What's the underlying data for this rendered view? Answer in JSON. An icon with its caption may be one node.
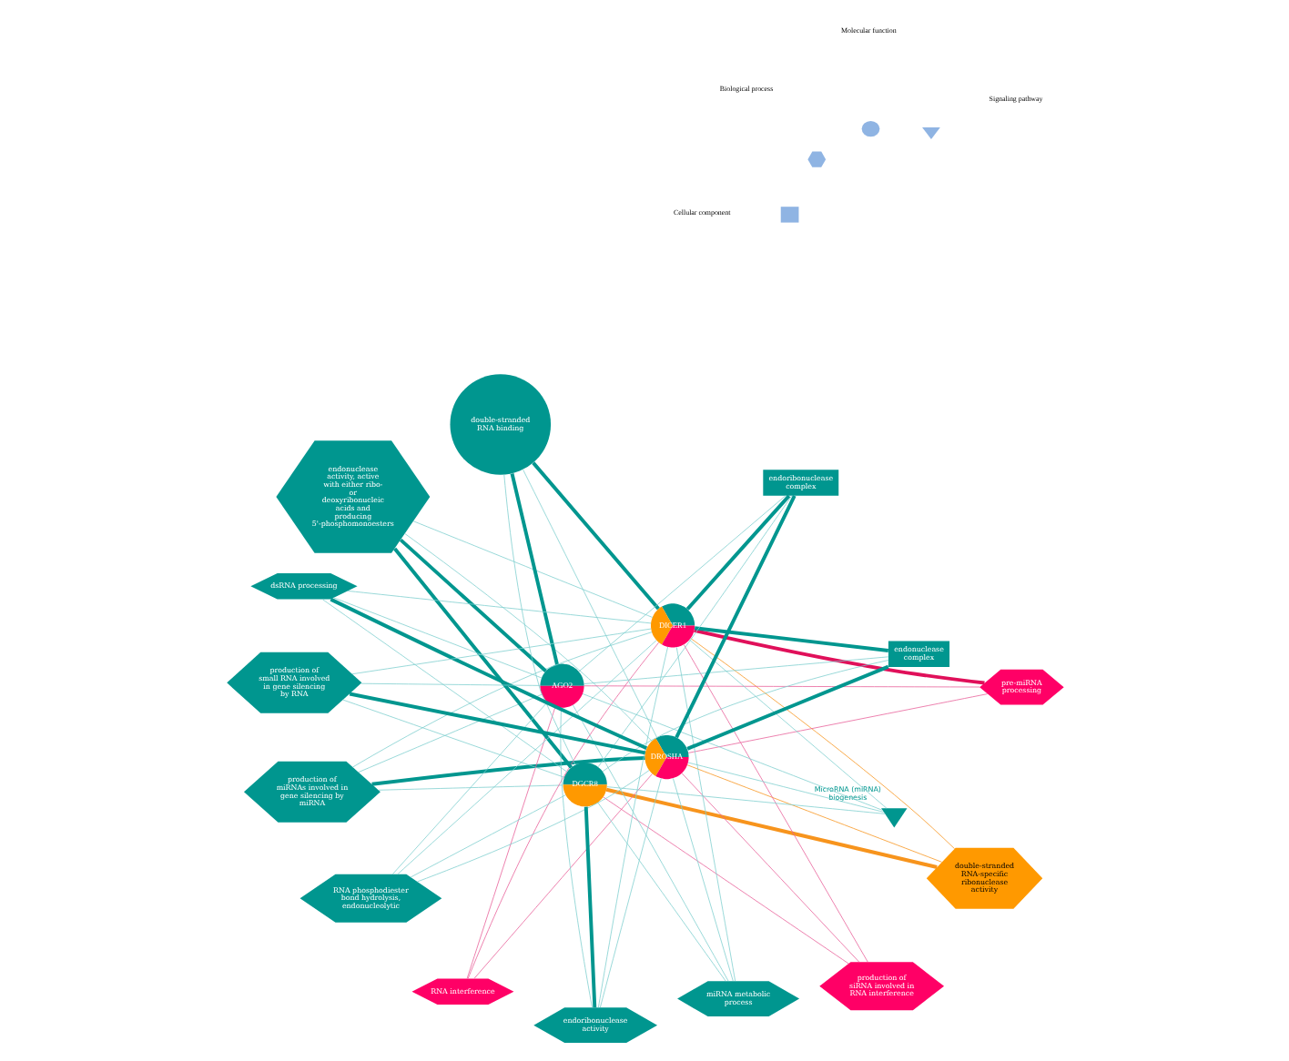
{
  "diagram": {
    "nodes": [
      {
        "text": [
          "production of miRNAs involved in gene silencing by miRNA"
        ]
      },
      {
        "text": [
          "double-stranded RNA-specific ribonuclease activity"
        ]
      },
      {
        "text": [
          "RNA interference"
        ]
      },
      {
        "text": [
          "endonuclease activity, active with either ribo- or deoxyribonucleic acids and producing 5'-phosphomonoesters"
        ]
      },
      {
        "text": [
          "pre-miRNA processing"
        ]
      },
      {
        "text": [
          "AGO2"
        ]
      },
      {
        "text": [
          "DGCR8"
        ]
      },
      {
        "text": [
          "production of siRNA involved in RNA interference"
        ]
      },
      {
        "text": [
          "RNA phosphodiester bond hydrolysis, endonucleolytic"
        ]
      },
      {
        "text": [
          "miRNA metabolic process"
        ]
      },
      {
        "text": [
          "DICER1"
        ]
      },
      {
        "text": [
          "DROSHA"
        ]
      },
      {
        "text": [
          "MicroRNA (miRNA) biogenesis"
        ]
      },
      {
        "text": [
          "endonuclease complex"
        ]
      },
      {
        "text": [
          "double-stranded RNA binding"
        ]
      },
      {
        "text": [
          "endoribonuclease activity"
        ]
      },
      {
        "text": [
          "endoribonuclease complex"
        ]
      },
      {
        "text": [
          "dsRNA processing"
        ]
      },
      {
        "text": [
          "production of small RNA involved in gene silencing by RNA"
        ]
      }
    ],
    "edges": [
      {
        "from": 0,
        "to": 5,
        "arrow": "none"
      },
      {
        "from": 0,
        "to": 6,
        "arrow": "none"
      },
      {
        "from": 0,
        "to": 10,
        "arrow": "none"
      },
      {
        "from": 0,
        "to": 11,
        "arrow": "none",
        "style": "thick",
        "color": "#00968f"
      },
      {
        "from": 1,
        "to": 6,
        "arrow": "none",
        "style": "thick",
        "color": "#f7941d"
      },
      {
        "from": 1,
        "to": 10,
        "arrow": "none",
        "color": "#f7941d"
      },
      {
        "from": 1,
        "to": 11,
        "arrow": "none",
        "color": "#f7941d"
      },
      {
        "from": 2,
        "to": 5,
        "arrow": "none",
        "color": "#e8609a"
      },
      {
        "from": 2,
        "to": 10,
        "arrow": "none",
        "color": "#e8609a"
      },
      {
        "from": 2,
        "to": 11,
        "arrow": "none",
        "color": "#e8609a"
      },
      {
        "from": 3,
        "to": 5,
        "arrow": "none",
        "style": "thick",
        "color": "#00968f"
      },
      {
        "from": 3,
        "to": 6,
        "arrow": "none",
        "style": "thick",
        "color": "#00968f"
      },
      {
        "from": 3,
        "to": 10,
        "arrow": "none"
      },
      {
        "from": 3,
        "to": 11,
        "arrow": "none"
      },
      {
        "from": 4,
        "to": 5,
        "arrow": "none",
        "color": "#e8609a"
      },
      {
        "from": 4,
        "to": 10,
        "arrow": "none",
        "style": "thick",
        "color": "#e0105a"
      },
      {
        "from": 4,
        "to": 11,
        "arrow": "none",
        "color": "#e8609a"
      },
      {
        "from": 7,
        "to": 6,
        "arrow": "none",
        "color": "#e8609a"
      },
      {
        "from": 7,
        "to": 10,
        "arrow": "none",
        "color": "#e8609a"
      },
      {
        "from": 7,
        "to": 11,
        "arrow": "none",
        "color": "#e8609a"
      },
      {
        "from": 8,
        "to": 5,
        "arrow": "none"
      },
      {
        "from": 8,
        "to": 6,
        "arrow": "none"
      },
      {
        "from": 8,
        "to": 10,
        "arrow": "none"
      },
      {
        "from": 8,
        "to": 11,
        "arrow": "none"
      },
      {
        "from": 9,
        "to": 5,
        "arrow": "none"
      },
      {
        "from": 9,
        "to": 6,
        "arrow": "none"
      },
      {
        "from": 9,
        "to": 10,
        "arrow": "none"
      },
      {
        "from": 9,
        "to": 11,
        "arrow": "none"
      },
      {
        "from": 12,
        "to": 5,
        "arrow": "none"
      },
      {
        "from": 12,
        "to": 6,
        "arrow": "none"
      },
      {
        "from": 12,
        "to": 10,
        "arrow": "none"
      },
      {
        "from": 12,
        "to": 11,
        "arrow": "none"
      },
      {
        "from": 13,
        "to": 5,
        "arrow": "none"
      },
      {
        "from": 13,
        "to": 6,
        "arrow": "none"
      },
      {
        "from": 13,
        "to": 10,
        "arrow": "none",
        "style": "thick",
        "color": "#00968f"
      },
      {
        "from": 13,
        "to": 11,
        "arrow": "none",
        "style": "thick",
        "color": "#00968f"
      },
      {
        "from": 14,
        "to": 5,
        "arrow": "none",
        "style": "thick",
        "color": "#00968f"
      },
      {
        "from": 14,
        "to": 6,
        "arrow": "none"
      },
      {
        "from": 14,
        "to": 10,
        "arrow": "none",
        "style": "thick",
        "color": "#00968f"
      },
      {
        "from": 14,
        "to": 11,
        "arrow": "none"
      },
      {
        "from": 15,
        "to": 5,
        "arrow": "none"
      },
      {
        "from": 15,
        "to": 6,
        "arrow": "none",
        "style": "thick",
        "color": "#00968f"
      },
      {
        "from": 15,
        "to": 10,
        "arrow": "none"
      },
      {
        "from": 15,
        "to": 11,
        "arrow": "none"
      },
      {
        "from": 16,
        "to": 5,
        "arrow": "none"
      },
      {
        "from": 16,
        "to": 6,
        "arrow": "none"
      },
      {
        "from": 16,
        "to": 10,
        "arrow": "none",
        "style": "thick",
        "color": "#00968f"
      },
      {
        "from": 16,
        "to": 11,
        "arrow": "none",
        "style": "thick",
        "color": "#00968f"
      },
      {
        "from": 17,
        "to": 5,
        "arrow": "none"
      },
      {
        "from": 17,
        "to": 6,
        "arrow": "none"
      },
      {
        "from": 17,
        "to": 10,
        "arrow": "none"
      },
      {
        "from": 17,
        "to": 11,
        "arrow": "none",
        "style": "thick",
        "color": "#00968f"
      },
      {
        "from": 18,
        "to": 5,
        "arrow": "none"
      },
      {
        "from": 18,
        "to": 6,
        "arrow": "none"
      },
      {
        "from": 18,
        "to": 10,
        "arrow": "none"
      },
      {
        "from": 18,
        "to": 11,
        "arrow": "none",
        "style": "thick",
        "color": "#00968f"
      }
    ],
    "legend": [
      {
        "text": "Cellular component"
      },
      {
        "text": "Biological process"
      },
      {
        "text": "Molecular function"
      },
      {
        "text": "Signaling pathway"
      }
    ]
  }
}
